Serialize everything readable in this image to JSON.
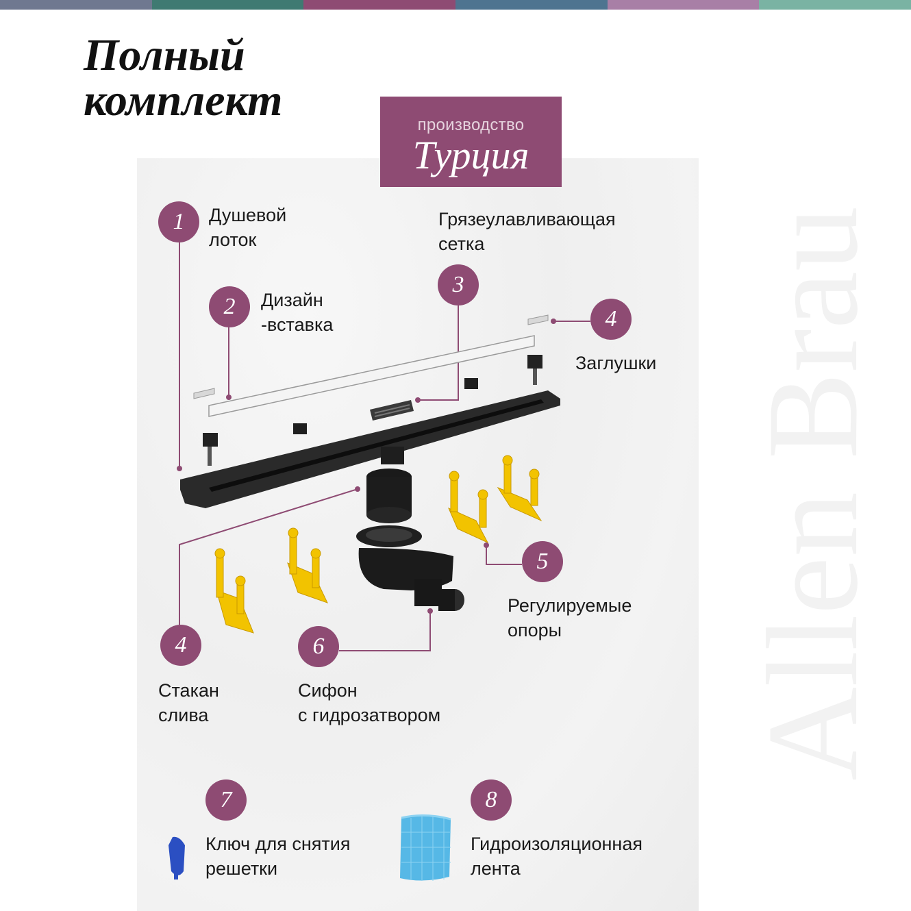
{
  "colors": {
    "accent": "#8e4b73",
    "stripes": [
      "#6f7890",
      "#3f7a72",
      "#8e4b73",
      "#4e7490",
      "#a87fa6",
      "#7ab3a3"
    ]
  },
  "heading": {
    "line1": "Полный",
    "line2": "комплект"
  },
  "origin_badge": {
    "small": "производство",
    "big": "Турция"
  },
  "brand_watermark": "Allen Brau",
  "items": [
    {
      "number": "1",
      "line1": "Душевой",
      "line2": "лоток"
    },
    {
      "number": "2",
      "line1": "Дизайн",
      "line2": "-вставка"
    },
    {
      "number": "3",
      "line1": "Грязеулавливающая",
      "line2": "сетка"
    },
    {
      "number": "4",
      "line1": "Заглушки"
    },
    {
      "number": "5",
      "line1": "Регулируемые",
      "line2": "опоры"
    },
    {
      "number": "4",
      "line1": "Стакан",
      "line2": "слива"
    },
    {
      "number": "6",
      "line1": "Сифон",
      "line2": "с гидрозатвором"
    },
    {
      "number": "7",
      "line1": "Ключ для снятия",
      "line2": "решетки"
    },
    {
      "number": "8",
      "line1": "Гидроизоляционная",
      "line2": "лента"
    }
  ]
}
